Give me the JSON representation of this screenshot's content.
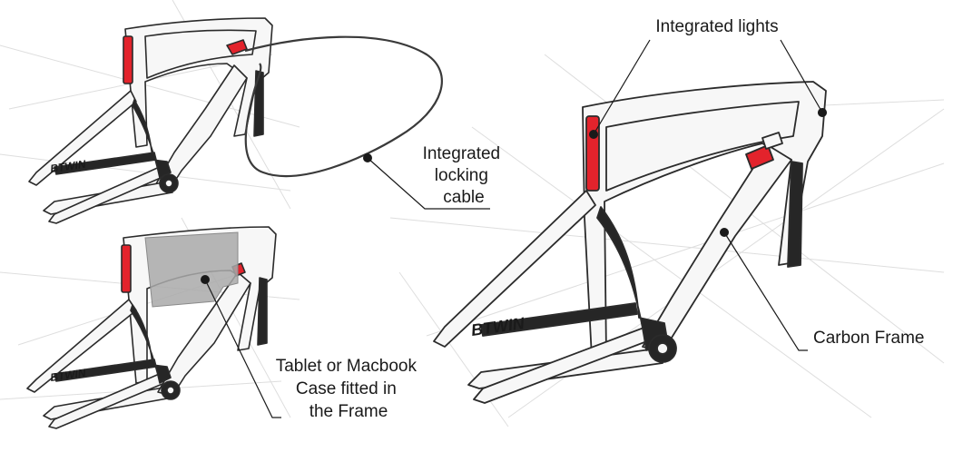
{
  "callouts": {
    "locking_cable": [
      "Integrated",
      "locking",
      "cable"
    ],
    "case": [
      "Tablet or Macbook",
      "Case fitted in",
      "the Frame"
    ],
    "lights": "Integrated lights",
    "frame": "Carbon Frame"
  },
  "brand": "BTWIN",
  "colors": {
    "frame_fill": "#f7f7f7",
    "frame_outline": "#2b2b2b",
    "carbon": "#262626",
    "accent_red": "#e3232c",
    "case_gray": "#a9a9a9",
    "cable": "#3a3a3a",
    "sketch_lines": "#dcdcdc"
  }
}
